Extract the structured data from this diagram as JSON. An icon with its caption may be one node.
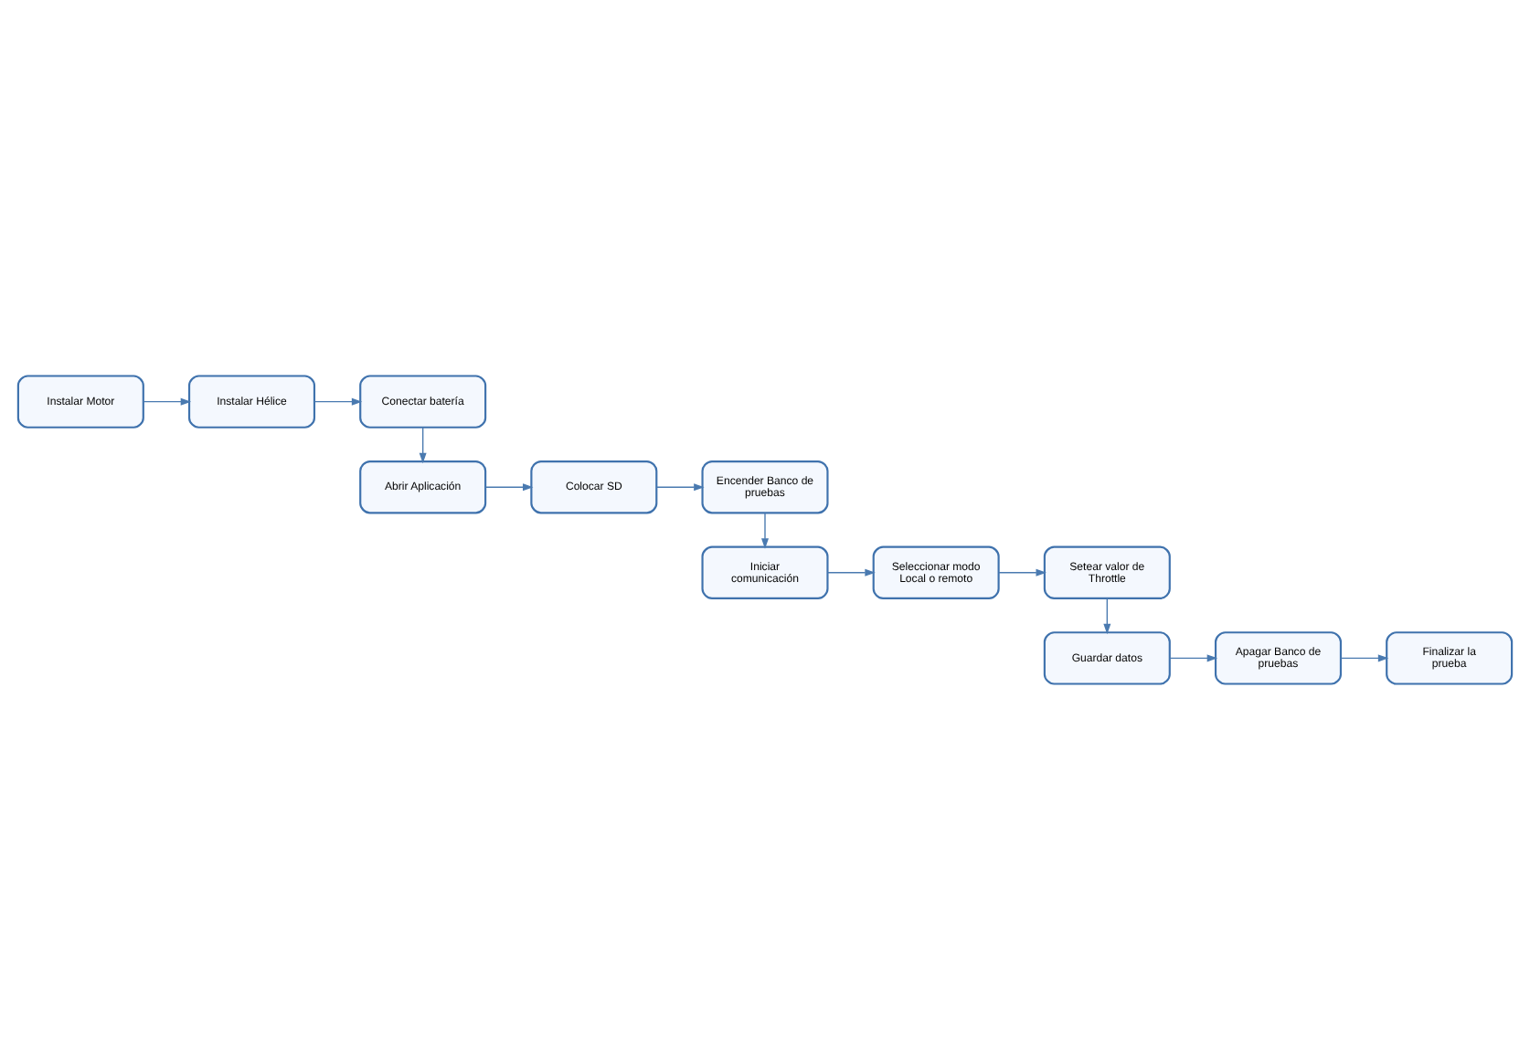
{
  "diagram": {
    "nodes": [
      {
        "text": [
          "Instalar Motor"
        ]
      },
      {
        "text": [
          "Instalar Hélice"
        ]
      },
      {
        "text": [
          "Conectar batería"
        ]
      },
      {
        "text": [
          "Abrir Aplicación"
        ]
      },
      {
        "text": [
          "Colocar SD"
        ]
      },
      {
        "text": [
          "Encender Banco de pruebas"
        ]
      },
      {
        "text": [
          "Iniciar comunicación"
        ]
      },
      {
        "text": [
          "Seleccionar modo Local o remoto"
        ]
      },
      {
        "text": [
          "Setear valor de Throttle"
        ]
      },
      {
        "text": [
          "Guardar datos"
        ]
      },
      {
        "text": [
          "Apagar Banco de pruebas"
        ]
      },
      {
        "text": [
          "Finalizar la prueba"
        ]
      }
    ],
    "edges": [
      {
        "from": 0,
        "to": 1,
        "arrow": "to"
      },
      {
        "from": 1,
        "to": 2,
        "arrow": "to"
      },
      {
        "from": 2,
        "to": 3,
        "arrow": "to"
      },
      {
        "from": 3,
        "to": 4,
        "arrow": "to"
      },
      {
        "from": 4,
        "to": 5,
        "arrow": "to"
      },
      {
        "from": 5,
        "to": 6,
        "arrow": "to"
      },
      {
        "from": 6,
        "to": 7,
        "arrow": "to"
      },
      {
        "from": 7,
        "to": 8,
        "arrow": "to"
      },
      {
        "from": 8,
        "to": 9,
        "arrow": "to"
      },
      {
        "from": 9,
        "to": 10,
        "arrow": "to"
      },
      {
        "from": 10,
        "to": 11,
        "arrow": "to"
      }
    ]
  }
}
